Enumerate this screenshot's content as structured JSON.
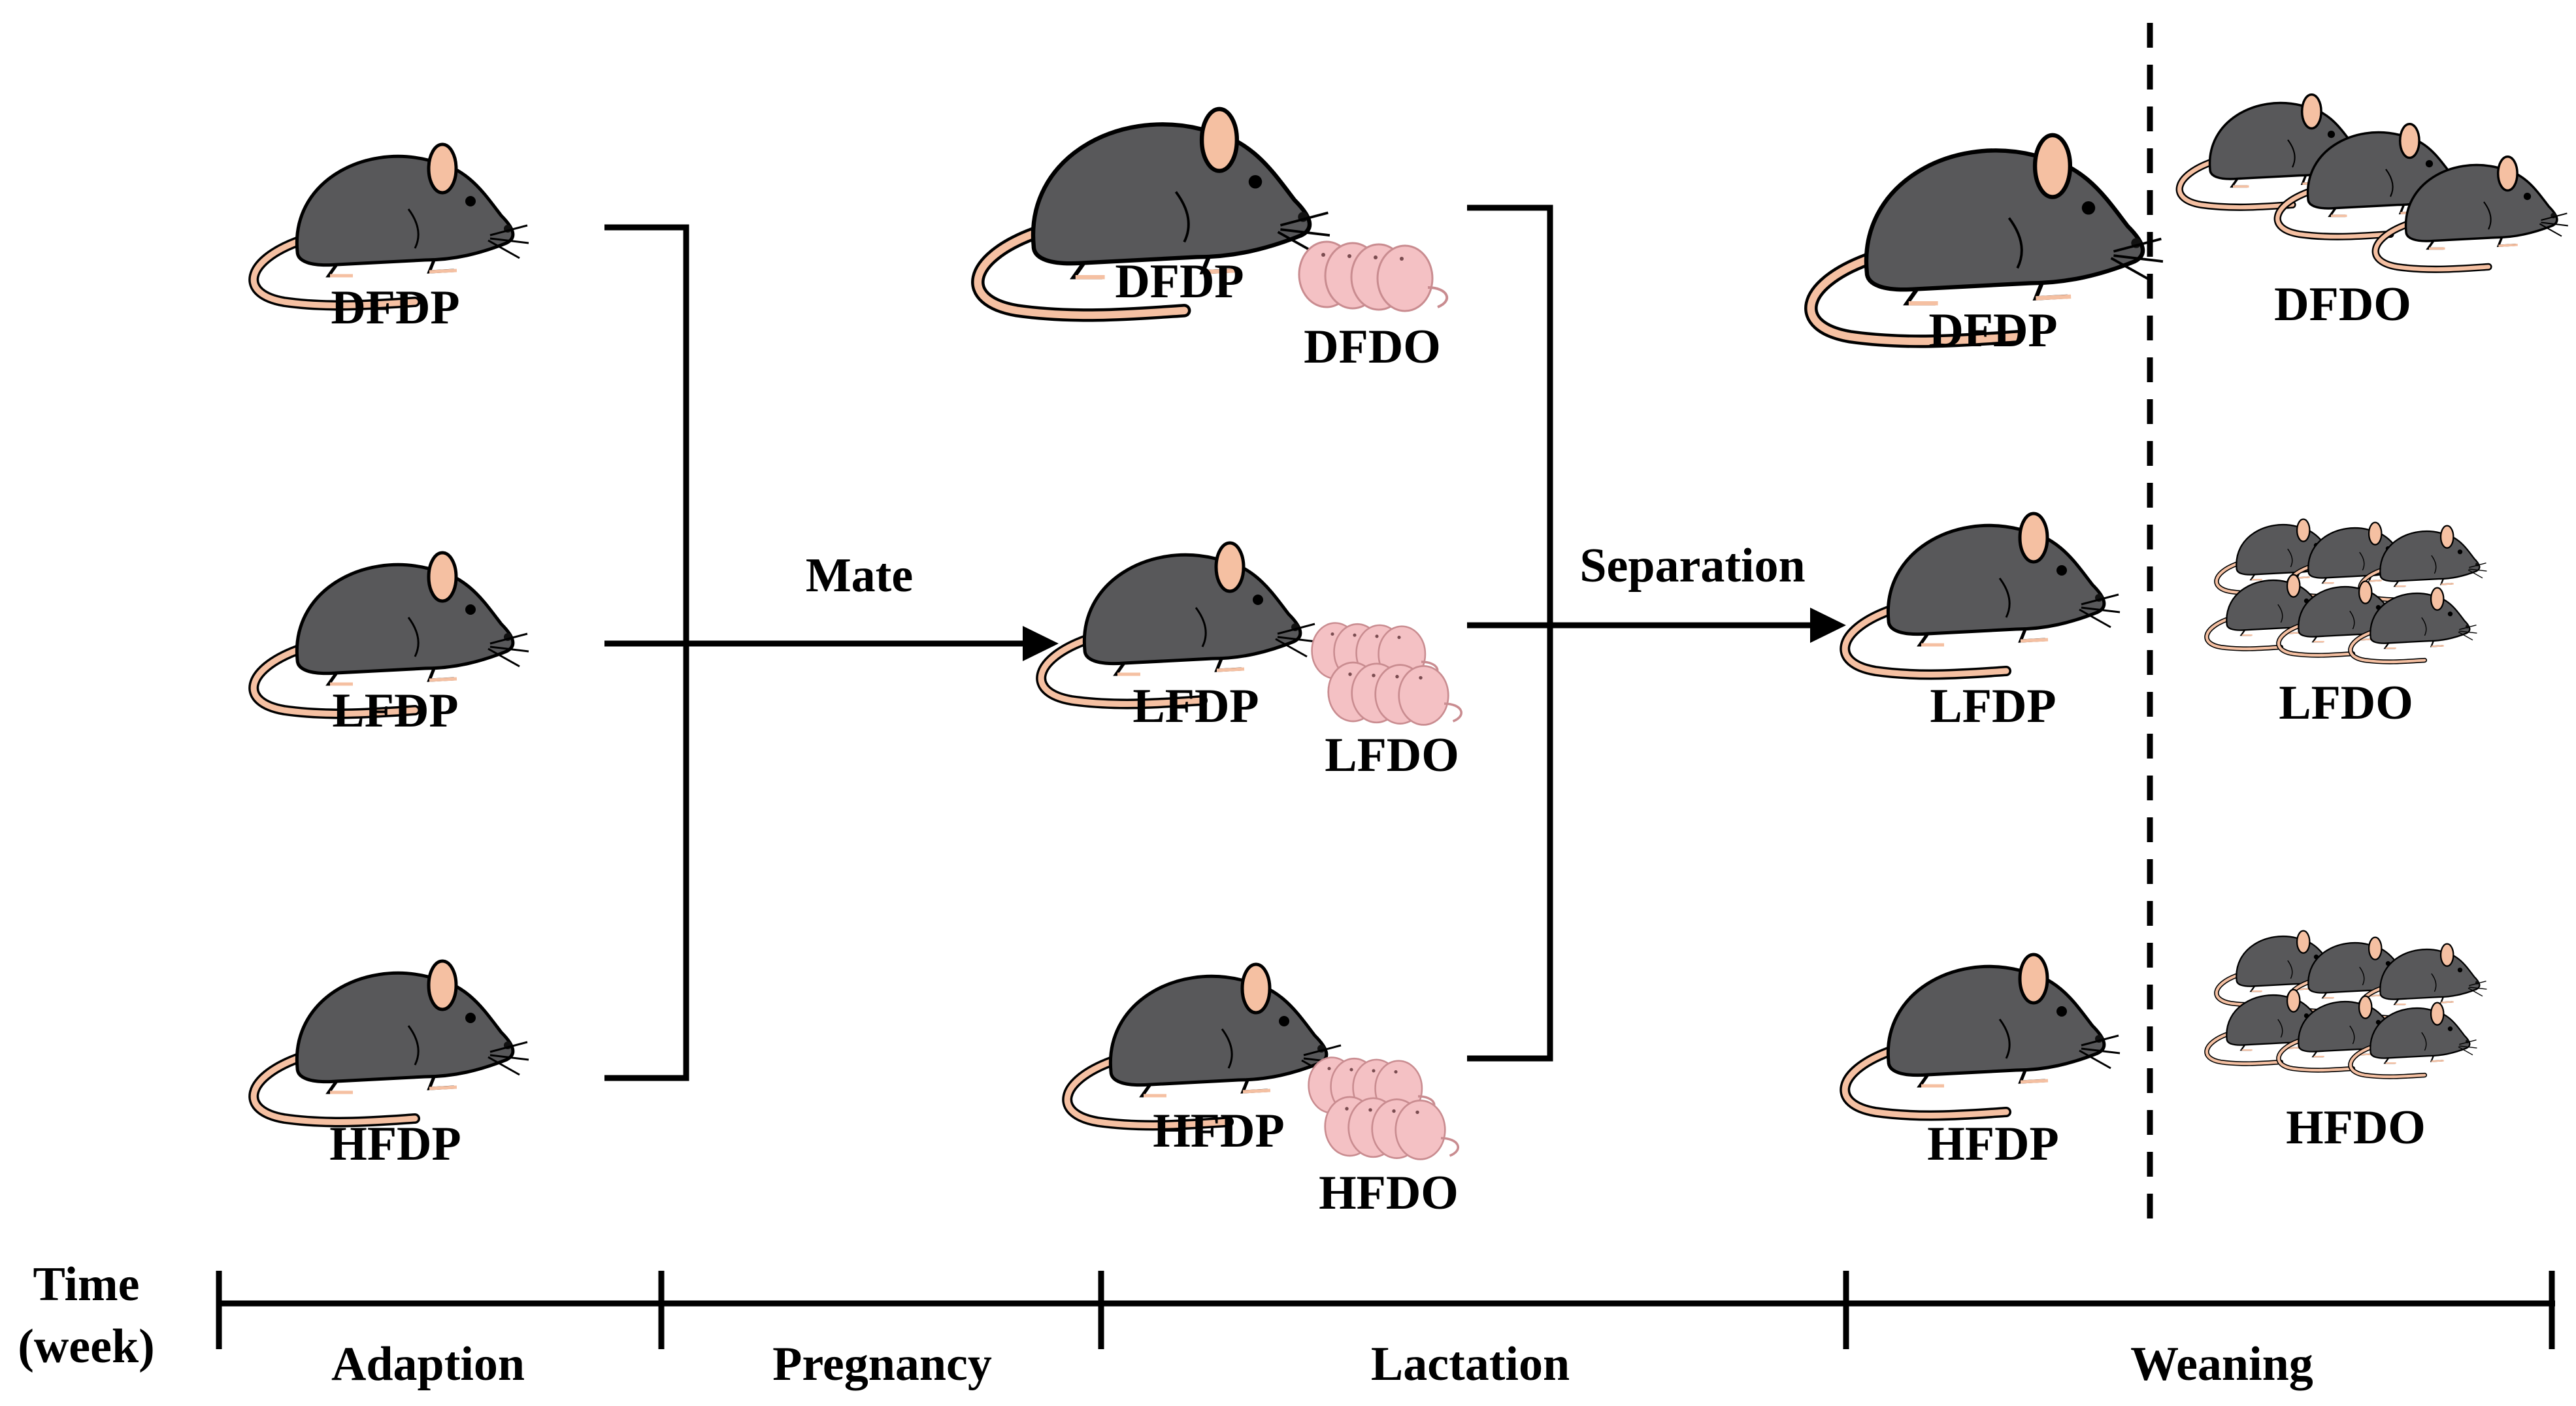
{
  "groups": {
    "adaption": {
      "dfdp": "DFDP",
      "lfdp": "LFDP",
      "hfdp": "HFDP"
    },
    "lactation": {
      "dfdp": "DFDP",
      "dfdo": "DFDO",
      "lfdp": "LFDP",
      "lfdo": "LFDO",
      "hfdp": "HFDP",
      "hfdo": "HFDO"
    },
    "weaning_parents": {
      "dfdp": "DFDP",
      "lfdp": "LFDP",
      "hfdp": "HFDP"
    },
    "weaning_offspring": {
      "dfdo": "DFDO",
      "lfdo": "LFDO",
      "hfdo": "HFDO"
    }
  },
  "arrows": {
    "mate": "Mate",
    "separation": "Separation"
  },
  "timeline": {
    "label_line1": "Time",
    "label_line2": "(week)",
    "phases": [
      "Adaption",
      "Pregnancy",
      "Lactation",
      "Weaning"
    ]
  },
  "colors": {
    "mouse_body": "#58585a",
    "mouse_skin": "#f5c0a2",
    "pup": "#f4c1c4",
    "line": "#000000"
  }
}
